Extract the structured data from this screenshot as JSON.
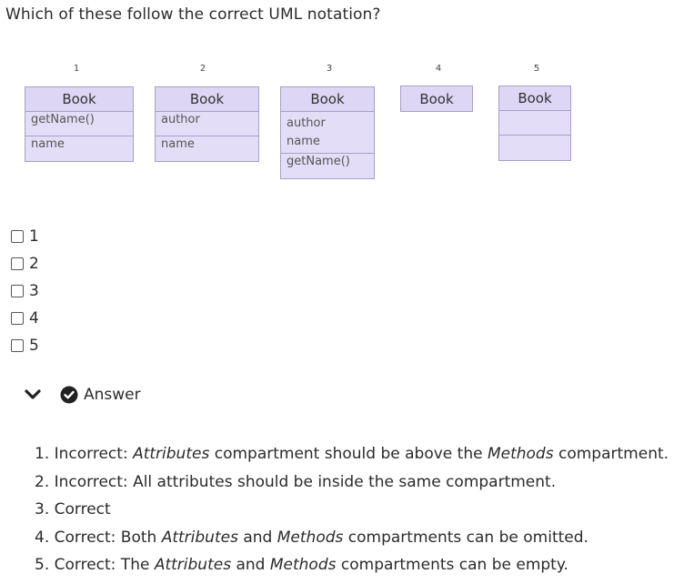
{
  "question": "Which of these follow the correct UML notation?",
  "diagrams": [
    {
      "number": "1",
      "title": "Book",
      "compartments": [
        "getName()",
        "name"
      ]
    },
    {
      "number": "2",
      "title": "Book",
      "compartments": [
        "author",
        "name"
      ]
    },
    {
      "number": "3",
      "title": "Book",
      "compartments": [
        "author\nname",
        "getName()"
      ]
    },
    {
      "number": "4",
      "title": "Book",
      "compartments": []
    },
    {
      "number": "5",
      "title": "Book",
      "compartments": [
        "",
        ""
      ]
    }
  ],
  "options": [
    "1",
    "2",
    "3",
    "4",
    "5"
  ],
  "answer": {
    "label": "Answer",
    "explanations": [
      {
        "parts": [
          {
            "t": "1. Incorrect: "
          },
          {
            "t": "Attributes",
            "i": true
          },
          {
            "t": " compartment should be above the "
          },
          {
            "t": "Methods",
            "i": true
          },
          {
            "t": " compartment."
          }
        ]
      },
      {
        "parts": [
          {
            "t": "2. Incorrect: All attributes should be inside the same compartment."
          }
        ]
      },
      {
        "parts": [
          {
            "t": "3. Correct"
          }
        ]
      },
      {
        "parts": [
          {
            "t": "4. Correct: Both "
          },
          {
            "t": "Attributes",
            "i": true
          },
          {
            "t": " and "
          },
          {
            "t": "Methods",
            "i": true
          },
          {
            "t": " compartments can be omitted."
          }
        ]
      },
      {
        "parts": [
          {
            "t": "5. Correct: The "
          },
          {
            "t": "Attributes",
            "i": true
          },
          {
            "t": " and "
          },
          {
            "t": "Methods",
            "i": true
          },
          {
            "t": " compartments can be empty."
          }
        ]
      }
    ]
  },
  "icons": {
    "chevron": "chevron-down-icon",
    "check": "check-circle-icon"
  },
  "colors": {
    "uml_fill": "#e4ddf7",
    "uml_border": "#a7a0c8",
    "text": "#2b2b2b"
  }
}
